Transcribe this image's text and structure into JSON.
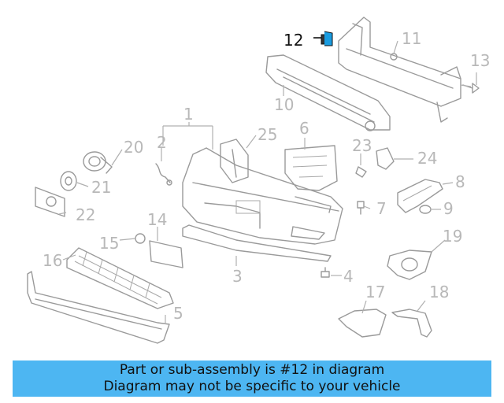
{
  "diagram": {
    "highlight_part": "12",
    "callouts": [
      "1",
      "2",
      "3",
      "4",
      "5",
      "7",
      "8",
      "9",
      "10",
      "11",
      "12",
      "13",
      "14",
      "15",
      "16",
      "17",
      "18",
      "19",
      "20",
      "21",
      "22",
      "23",
      "24",
      "25"
    ]
  },
  "banner": {
    "line1": "Part or sub-assembly is #12 in diagram",
    "line2": "Diagram may not be specific to your vehicle",
    "color": "#4db6f2"
  }
}
